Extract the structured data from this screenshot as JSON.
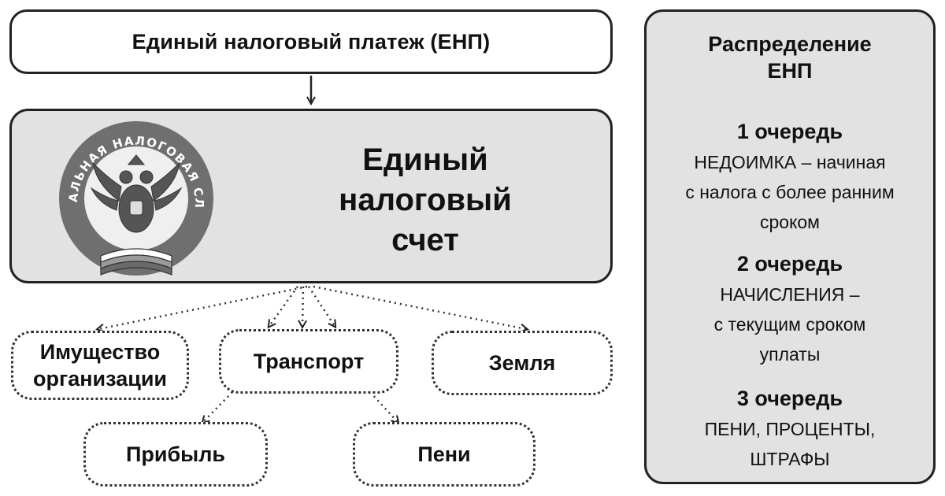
{
  "top": {
    "label": "Единый налоговый платеж (ЕНП)"
  },
  "account": {
    "title_lines": [
      "Единый",
      "налоговый",
      "счет"
    ],
    "emblem_text": "ФЕДЕРАЛЬНАЯ НАЛОГОВАЯ СЛУЖБА"
  },
  "taxes": {
    "property": [
      "Имущество",
      "организации"
    ],
    "transport": "Транспорт",
    "land": "Земля",
    "profit": "Прибыль",
    "penalties": "Пени"
  },
  "distribution": {
    "title_lines": [
      "Распределение",
      "ЕНП"
    ],
    "queues": [
      {
        "title": "1 очередь",
        "lines": [
          "НЕДОИМКА – начиная",
          "с налога с более ранним",
          "сроком"
        ]
      },
      {
        "title": "2 очередь",
        "lines": [
          "НАЧИСЛЕНИЯ –",
          "с текущим сроком",
          "уплаты"
        ]
      },
      {
        "title": "3 очередь",
        "lines": [
          "ПЕНИ, ПРОЦЕНТЫ,",
          "ШТРАФЫ"
        ]
      }
    ]
  },
  "colors": {
    "panel": "#e2e2e2",
    "stroke": "#222222",
    "dots": "#333333"
  }
}
